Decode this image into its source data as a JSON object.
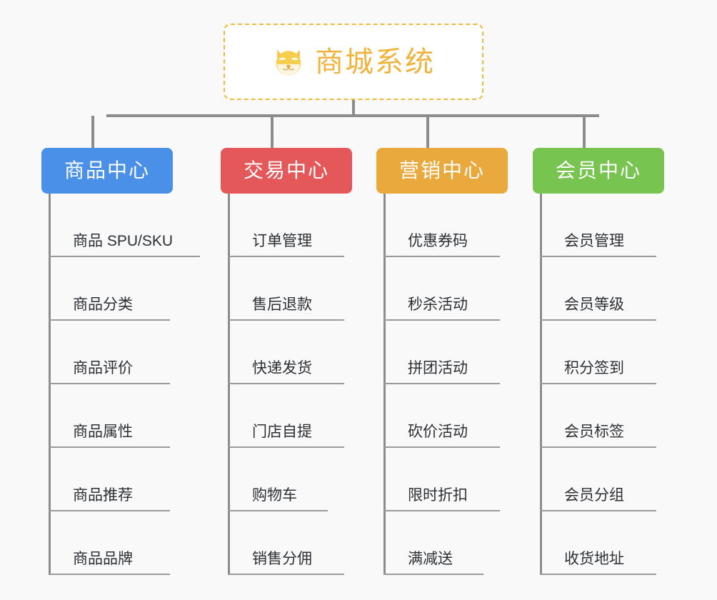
{
  "background_color": "#f9f9f9",
  "root": {
    "icon": "shiba-dog-emoji",
    "title": "商城系统",
    "title_color": "#f0b33c",
    "border_color": "#f0b93c",
    "border_style": "dashed"
  },
  "connector_color": "#8c8c8c",
  "categories": [
    {
      "label": "商品中心",
      "color": "#4a90e8",
      "items": [
        "商品 SPU/SKU",
        "商品分类",
        "商品评价",
        "商品属性",
        "商品推荐",
        "商品品牌"
      ],
      "rule_widths": [
        212,
        170,
        170,
        170,
        170,
        170
      ]
    },
    {
      "label": "交易中心",
      "color": "#e4585a",
      "items": [
        "订单管理",
        "售后退款",
        "快递发货",
        "门店自提",
        "购物车",
        "销售分佣"
      ],
      "rule_widths": [
        163,
        163,
        163,
        163,
        140,
        163
      ]
    },
    {
      "label": "营销中心",
      "color": "#e9a93d",
      "items": [
        "优惠券码",
        "秒杀活动",
        "拼团活动",
        "砍价活动",
        "限时折扣",
        "满减送"
      ],
      "rule_widths": [
        163,
        163,
        163,
        163,
        163,
        140
      ]
    },
    {
      "label": "会员中心",
      "color": "#78c450",
      "items": [
        "会员管理",
        "会员等级",
        "积分签到",
        "会员标签",
        "会员分组",
        "收货地址"
      ],
      "rule_widths": [
        163,
        163,
        163,
        163,
        163,
        163
      ]
    }
  ]
}
